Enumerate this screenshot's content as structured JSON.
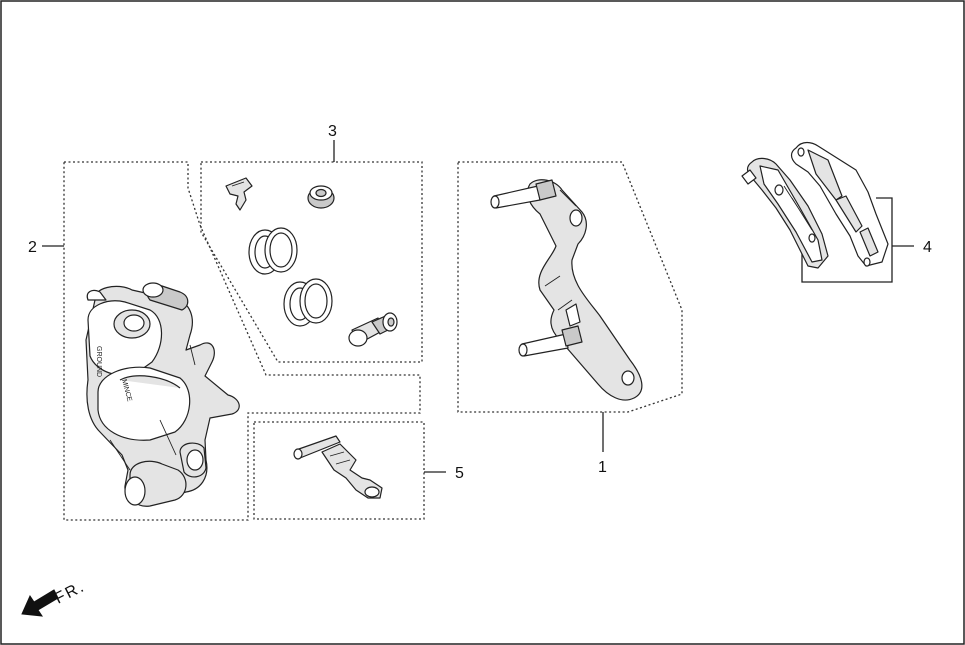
{
  "diagram": {
    "callouts": [
      {
        "id": "1",
        "text": "1"
      },
      {
        "id": "2",
        "text": "2"
      },
      {
        "id": "3",
        "text": "3"
      },
      {
        "id": "4",
        "text": "4"
      },
      {
        "id": "5",
        "text": "5"
      }
    ],
    "direction_label": "FR.",
    "caliper_stamp": "GROUNDMINCE"
  }
}
